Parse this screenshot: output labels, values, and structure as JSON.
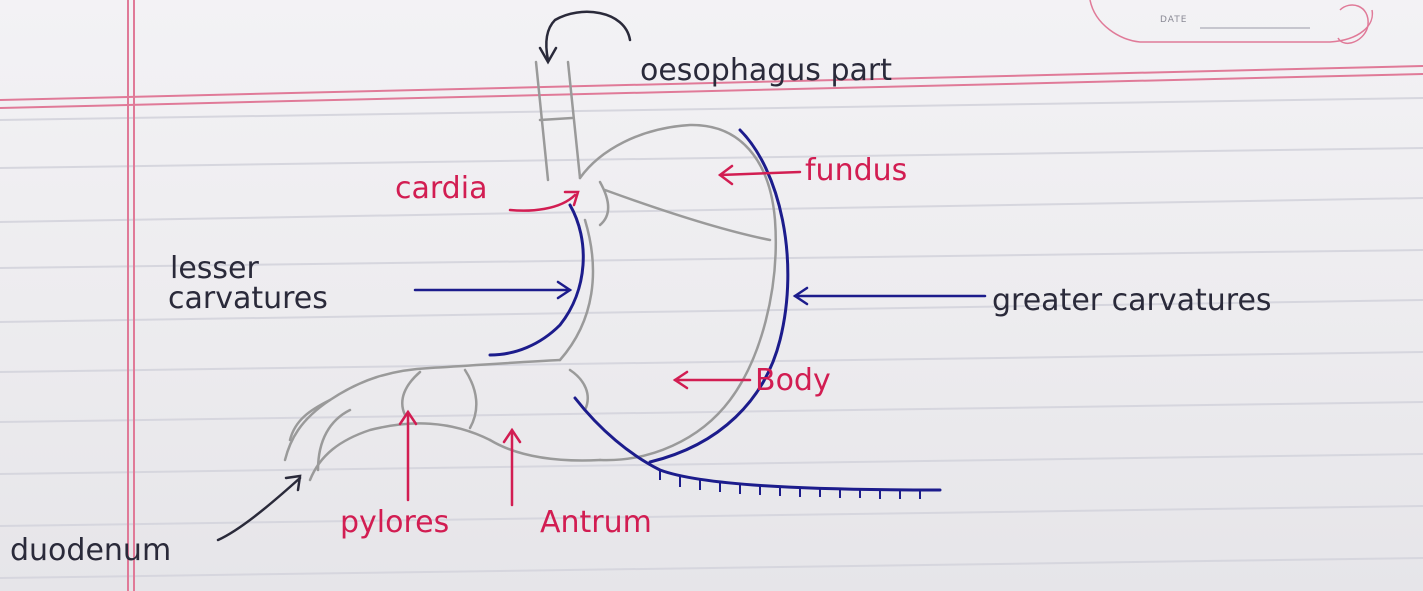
{
  "labels": {
    "oesophagus": "oesophagus part",
    "cardia": "cardia",
    "fundus": "fundus",
    "lesser_line1": "lesser",
    "lesser_line2": "carvatures",
    "greater": "greater carvatures",
    "body": "Body",
    "duodenum": "duodenum",
    "pylorus": "pylores",
    "antrum": "Antrum"
  },
  "header": {
    "date_label": "DATE"
  },
  "colors": {
    "red_ink": "#d21d52",
    "blue_ink": "#1c1c8c",
    "pencil": "#9a9a9a",
    "black_ink": "#2a2a3a",
    "page_line": "#d8d8e0",
    "margin_line": "#e07a98"
  }
}
